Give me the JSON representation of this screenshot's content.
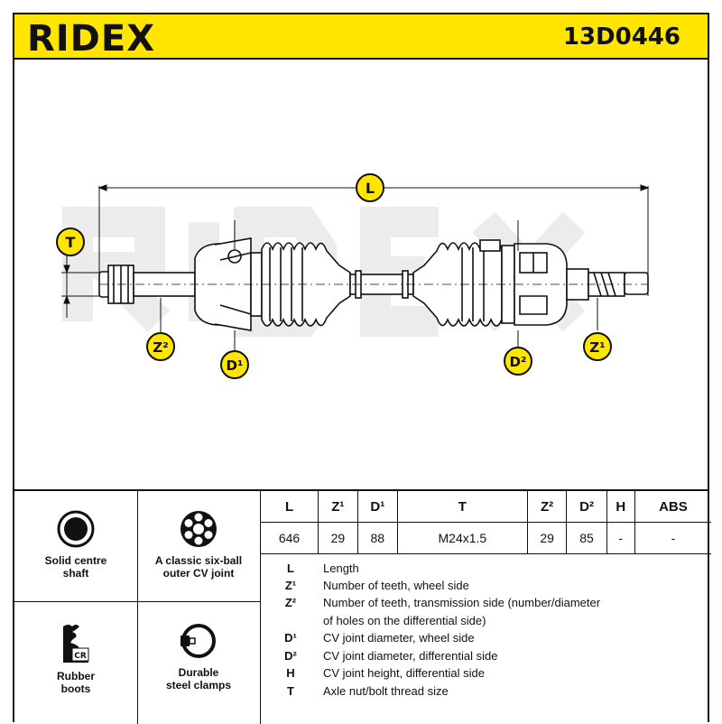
{
  "header": {
    "brand": "RIDEX",
    "part_number": "13D0446"
  },
  "diagram": {
    "labels": {
      "L": "L",
      "T": "T",
      "Z2": "Z²",
      "D1": "D¹",
      "D2": "D²",
      "Z1": "Z¹"
    },
    "colors": {
      "badge": "#ffe500",
      "line": "#111111",
      "watermark": "#e6e6e6"
    }
  },
  "features": [
    {
      "icon": "solid-shaft-icon",
      "label1": "Solid centre",
      "label2": "shaft"
    },
    {
      "icon": "six-ball-joint-icon",
      "label1": "A classic six-ball",
      "label2": "outer CV joint"
    },
    {
      "icon": "rubber-boot-icon",
      "label1": "Rubber",
      "label2": "boots"
    },
    {
      "icon": "steel-clamp-icon",
      "label1": "Durable",
      "label2": "steel clamps"
    }
  ],
  "spec_table": {
    "headers": [
      "L",
      "Z¹",
      "D¹",
      "T",
      "Z²",
      "D²",
      "H",
      "ABS"
    ],
    "values": [
      "646",
      "29",
      "88",
      "M24x1.5",
      "29",
      "85",
      "-",
      "-"
    ]
  },
  "legend": [
    {
      "key": "L",
      "desc": "Length"
    },
    {
      "key": "Z¹",
      "desc": "Number of teeth, wheel side"
    },
    {
      "key": "Z²",
      "desc": "Number of teeth, transmission side (number/diameter"
    },
    {
      "key": "",
      "desc": "of holes on the differential side)"
    },
    {
      "key": "D¹",
      "desc": "CV joint diameter, wheel side"
    },
    {
      "key": "D²",
      "desc": "CV joint diameter, differential side"
    },
    {
      "key": "H",
      "desc": "CV joint height, differential side"
    },
    {
      "key": "T",
      "desc": "Axle nut/bolt thread size"
    }
  ],
  "badges": {
    "cr": "CR"
  }
}
